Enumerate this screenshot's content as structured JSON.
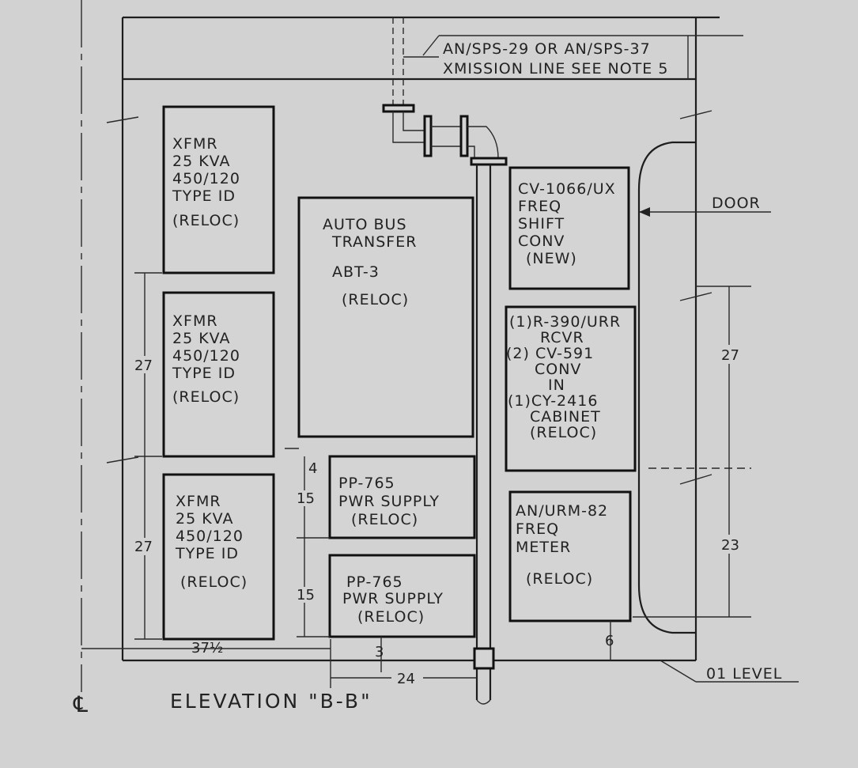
{
  "title": "ELEVATION \"B-B\"",
  "centerline_symbol": "℄",
  "transmission_note": {
    "line1": "AN/SPS-29 OR AN/SPS-37",
    "line2": "XMISSION LINE SEE NOTE 5"
  },
  "door_label": "DOOR",
  "level_label": "01 LEVEL",
  "equipment": {
    "xfmr1": [
      "XFMR",
      "25 KVA",
      "450/120",
      "TYPE ID",
      "(RELOC)"
    ],
    "xfmr2": [
      "XFMR",
      "25 KVA",
      "450/120",
      "TYPE ID",
      "(RELOC)"
    ],
    "xfmr3": [
      "XFMR",
      "25 KVA",
      "450/120",
      "TYPE ID",
      "(RELOC)"
    ],
    "abt": [
      "AUTO BUS",
      "TRANSFER",
      "ABT-3",
      "(RELOC)"
    ],
    "pp1": [
      "PP-765",
      "PWR SUPPLY",
      "(RELOC)"
    ],
    "pp2": [
      "PP-765",
      "PWR SUPPLY",
      "(RELOC)"
    ],
    "cv1066": [
      "CV-1066/UX",
      "FREQ",
      "SHIFT",
      "CONV",
      "(NEW)"
    ],
    "rcvr": [
      "(1)R-390/URR",
      "RCVR",
      "(2) CV-591",
      "CONV",
      "IN",
      "(1)CY-2416",
      "CABINET",
      "(RELOC)"
    ],
    "urm": [
      "AN/URM-82",
      "FREQ",
      "METER",
      "(RELOC)"
    ]
  },
  "dimensions": {
    "left_upper": "27",
    "left_lower": "27",
    "right_upper": "27",
    "right_lower": "23",
    "width_left": "37½",
    "width_bottom": "24",
    "gap_bottom": "3",
    "gap_right": "6",
    "gap_abt": "4",
    "pp_upper": "15",
    "pp_lower": "15"
  }
}
